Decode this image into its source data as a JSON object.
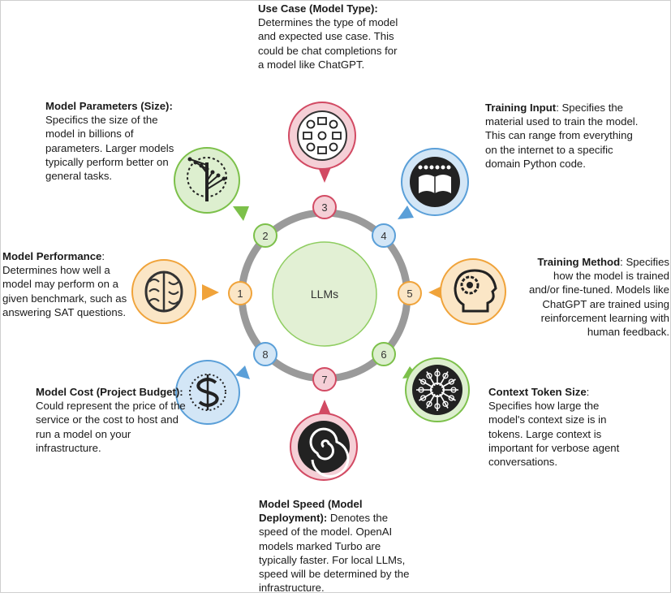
{
  "center": {
    "label": "LLMs"
  },
  "nodes": [
    {
      "num": "1",
      "color": "#f0a33a",
      "fill": "#fbe6c6",
      "icon": "brain-icon"
    },
    {
      "num": "2",
      "color": "#7cc04a",
      "fill": "#ddefcf",
      "icon": "neural-tree-icon"
    },
    {
      "num": "3",
      "color": "#d24a63",
      "fill": "#f5cfd6",
      "icon": "use-case-collage-icon"
    },
    {
      "num": "4",
      "color": "#5a9fd8",
      "fill": "#d3e6f6",
      "icon": "book-training-icon"
    },
    {
      "num": "5",
      "color": "#f0a33a",
      "fill": "#fbe6c6",
      "icon": "head-gear-icon"
    },
    {
      "num": "6",
      "color": "#7cc04a",
      "fill": "#ddefcf",
      "icon": "mandala-token-icon"
    },
    {
      "num": "7",
      "color": "#d24a63",
      "fill": "#f5cfd6",
      "icon": "swirl-speed-icon"
    },
    {
      "num": "8",
      "color": "#5a9fd8",
      "fill": "#d3e6f6",
      "icon": "dollar-cost-icon"
    }
  ],
  "descriptions": {
    "use_case": {
      "title": "Use Case (Model Type):",
      "body": "Determines the type of model and expected use case. This could be chat completions for a model like ChatGPT."
    },
    "model_parameters": {
      "title": "Model Parameters (Size):",
      "body": "Specifics the size of the model in billions of parameters. Larger models typically perform better on general tasks."
    },
    "training_input": {
      "title": "Training Input",
      "body": ": Specifies the material used to train the model. This can range from everything on the internet to a specific domain Python code."
    },
    "model_performance": {
      "title": "Model Performance",
      "body": ": Determines how well a model may perform on a given benchmark, such as answering SAT questions."
    },
    "training_method": {
      "title": "Training Method",
      "body": ": Specifies how the model is trained and/or fine-tuned. Models like ChatGPT are trained using reinforcement learning with human feedback."
    },
    "model_cost": {
      "title": "Model Cost (Project Budget):",
      "body": " Could represent the price of the service or the cost to host and run a model on your infrastructure."
    },
    "context_token_size": {
      "title": "Context Token Size",
      "body": ": Specifies how large the model's context size is in tokens. Large context is important for verbose agent conversations."
    },
    "model_speed": {
      "title": "Model Speed (Model Deployment):",
      "body": " Denotes the speed of the model. OpenAI models marked Turbo are typically faster. For local LLMs, speed will be determined by the infrastructure."
    }
  }
}
